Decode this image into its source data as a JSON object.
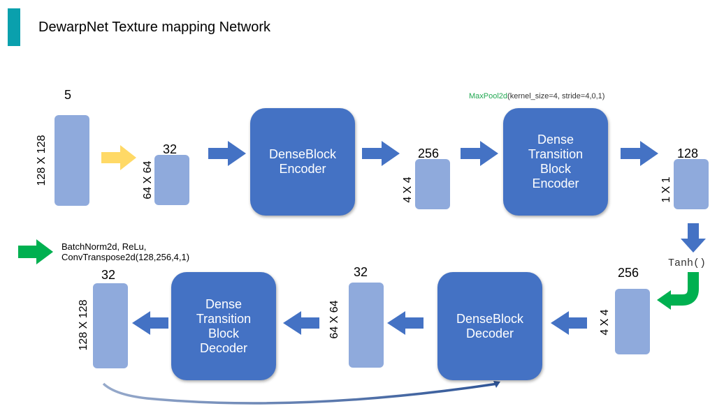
{
  "title": "DewarpNet Texture mapping Network",
  "encoder": {
    "input": {
      "channels": "5",
      "size": "128 X 128"
    },
    "stem_out": {
      "channels": "32",
      "size": "64 X 64"
    },
    "dense_encoder": {
      "lines": [
        "DenseBlock",
        "Encoder"
      ]
    },
    "dense_out": {
      "channels": "256",
      "size": "4 X 4"
    },
    "transition_encoder": {
      "lines": [
        "Dense",
        "Transition",
        "Block",
        "Encoder"
      ]
    },
    "pool_note": {
      "fn": "MaxPool2d",
      "args": "(kernel_size=4, stride=4,0,1)"
    },
    "bottleneck": {
      "channels": "128",
      "size": "1 X 1"
    }
  },
  "tanh_label": "Tanh()",
  "legend": {
    "line1": "BatchNorm2d, ReLu,",
    "line2": "ConvTranspose2d(128,256,4,1)"
  },
  "decoder": {
    "up_out": {
      "channels": "256",
      "size": "4 X 4"
    },
    "dense_decoder": {
      "lines": [
        "DenseBlock",
        "Decoder"
      ]
    },
    "dense_out": {
      "channels": "32",
      "size": "64 X 64"
    },
    "transition_decoder": {
      "lines": [
        "Dense",
        "Transition",
        "Block",
        "Decoder"
      ]
    },
    "output": {
      "channels": "32",
      "size": "128 X 128"
    }
  },
  "colors": {
    "accent_bar": "#0aa0ad",
    "tensor": "#8faadc",
    "block": "#4472c4",
    "arrow_blue": "#4472c4",
    "arrow_input": "#ffd966",
    "arrow_legend": "#00b050",
    "skip_curve": "#2f5597"
  }
}
